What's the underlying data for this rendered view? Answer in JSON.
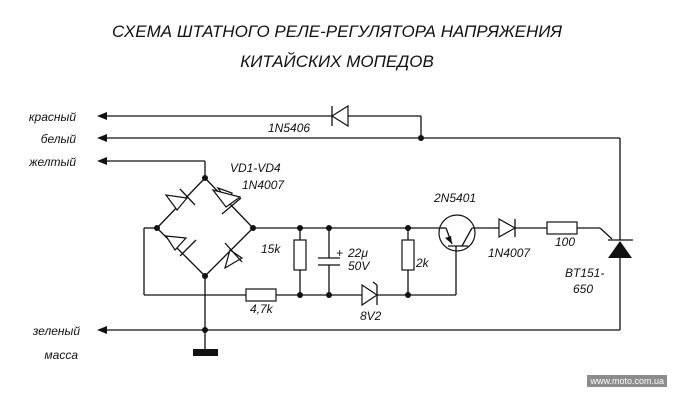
{
  "title": {
    "line1": "СХЕМА ШТАТНОГО РЕЛЕ-РЕГУЛЯТОРА НАПРЯЖЕНИЯ",
    "line2": "КИТАЙСКИХ МОПЕДОВ"
  },
  "wires": {
    "red": "красный",
    "white": "белый",
    "yellow": "желтый",
    "green": "зеленый",
    "ground": "масса"
  },
  "components": {
    "d_feedback": "1N5406",
    "bridge_name": "VD1-VD4",
    "bridge_part": "1N4007",
    "r_15k": "15k",
    "cap_value": "22μ",
    "cap_voltage": "50V",
    "cap_polarity": "+",
    "r_2k": "2k",
    "r_4k7": "4,7k",
    "zener": "8V2",
    "transistor": "2N5401",
    "d_gate": "1N4007",
    "r_100": "100",
    "thyristor_line1": "BT151-",
    "thyristor_line2": "650"
  },
  "watermark": "www.moto.com.ua"
}
